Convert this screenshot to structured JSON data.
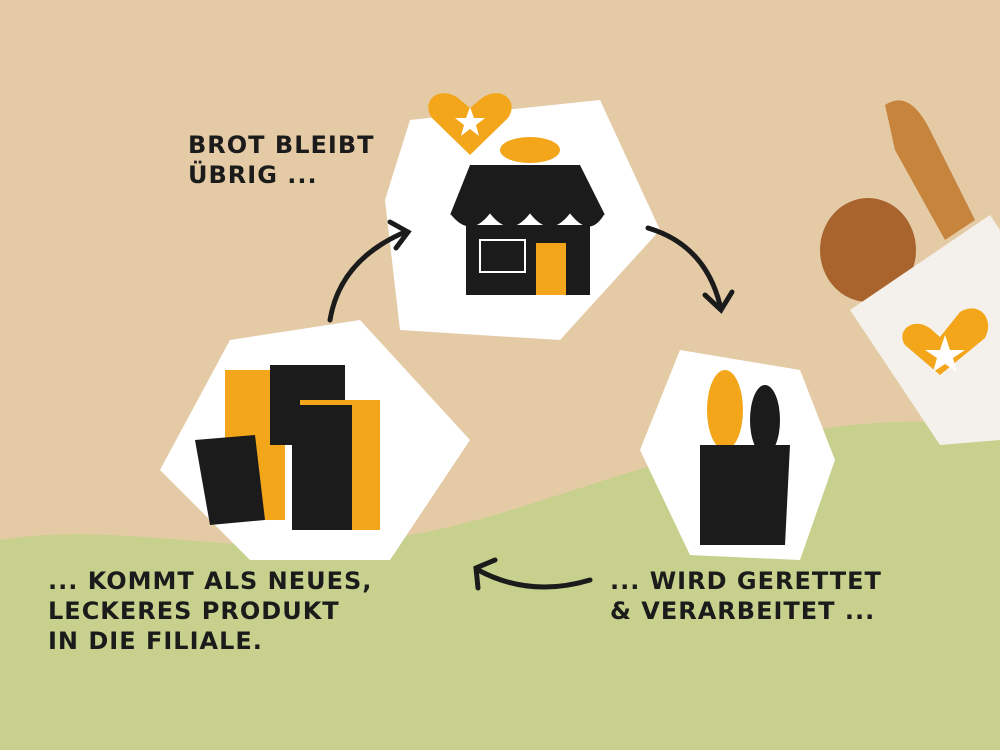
{
  "steps": [
    {
      "label": "BROT BLEIBT\nÜBRIG ..."
    },
    {
      "label": "... WIRD GERETTET\n& VERARBEITET ..."
    },
    {
      "label": "... KOMMT ALS NEUES,\nLECKERES PRODUKT\nIN DIE FILIALE."
    }
  ],
  "colors": {
    "kraft": "#e4cba6",
    "green": "#c7d08c",
    "orange": "#f3a61a",
    "black": "#1b1b1b"
  }
}
